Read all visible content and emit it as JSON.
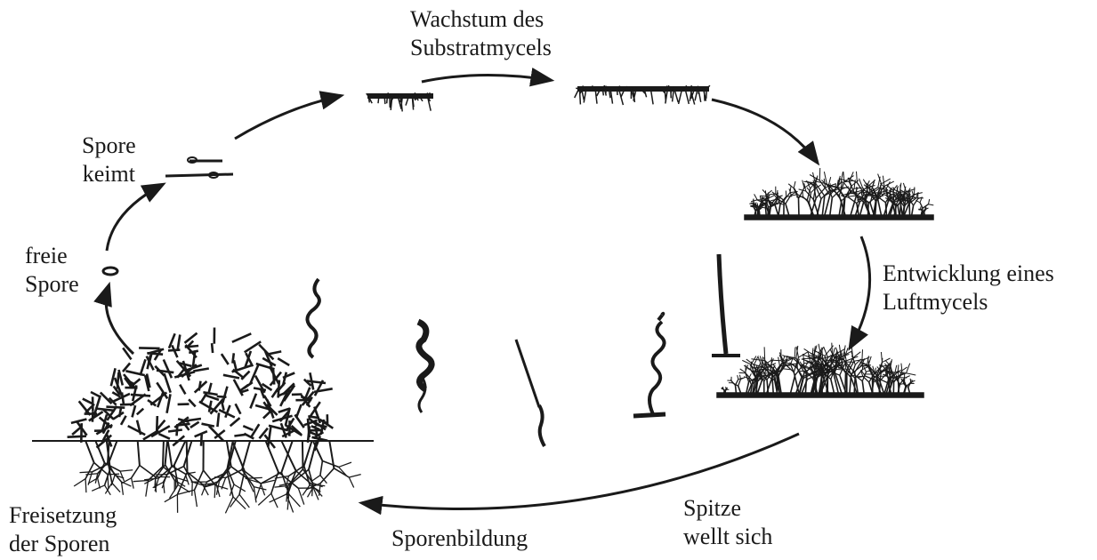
{
  "labels": {
    "growth": [
      "Wachstum des",
      "Substratmycels"
    ],
    "spore_germinates": [
      "Spore",
      "keimt"
    ],
    "free_spore": [
      "freie",
      "Spore"
    ],
    "aerial_mycelium": [
      "Entwicklung eines",
      "Luftmycels"
    ],
    "tip_curls": [
      "Spitze",
      "wellt sich"
    ],
    "spore_formation": "Sporenbildung",
    "spore_release": [
      "Freisetzung",
      "der Sporen"
    ]
  },
  "colors": {
    "ink": "#1a1a1a",
    "background": "#ffffff"
  }
}
